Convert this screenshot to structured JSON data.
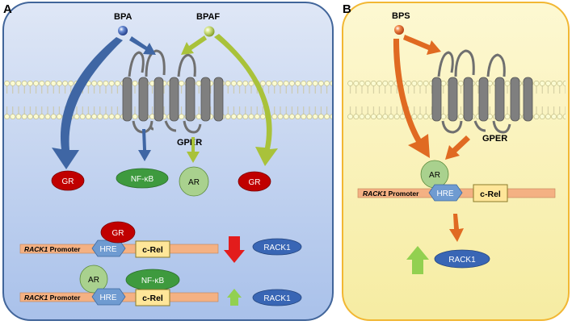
{
  "panels": {
    "a_label": "A",
    "b_label": "B"
  },
  "panel_a": {
    "ligand_bpa": "BPA",
    "ligand_bpaf": "BPAF",
    "receptor_label": "GPER",
    "gr_left": "GR",
    "nfkb": "NF-κB",
    "ar": "AR",
    "gr_right": "GR",
    "row1": {
      "promoter_gene": "RACK1",
      "promoter_suffix": " Promoter",
      "hre": "HRE",
      "crel": "c-Rel",
      "bound_factor": "GR",
      "output": "RACK1"
    },
    "row2": {
      "promoter_gene": "RACK1",
      "promoter_suffix": " Promoter",
      "hre": "HRE",
      "crel": "c-Rel",
      "bound_factor_1": "AR",
      "bound_factor_2": "NF-κB",
      "output": "RACK1"
    }
  },
  "panel_b": {
    "ligand_bps": "BPS",
    "receptor_label": "GPER",
    "ar": "AR",
    "promoter_gene": "RACK1",
    "promoter_suffix": " Promoter",
    "hre": "HRE",
    "crel": "c-Rel",
    "output": "RACK1"
  },
  "colors": {
    "panel_a_border": "#41659a",
    "panel_b_border": "#f2b733",
    "blue_arrow": "#3f66a4",
    "green_arrow": "#a9c23a",
    "orange_arrow": "#e06a22",
    "down_arrow": "#e31c1c",
    "up_arrow": "#92d050",
    "gr": "#c00000",
    "nfkb": "#3e9a3e",
    "ar": "#a9d18e",
    "hre": "#6f9bd1",
    "crel": "#ffe699",
    "rack1": "#3966b5",
    "promoter": "#f4b183",
    "gper": "#7f7f7f"
  }
}
